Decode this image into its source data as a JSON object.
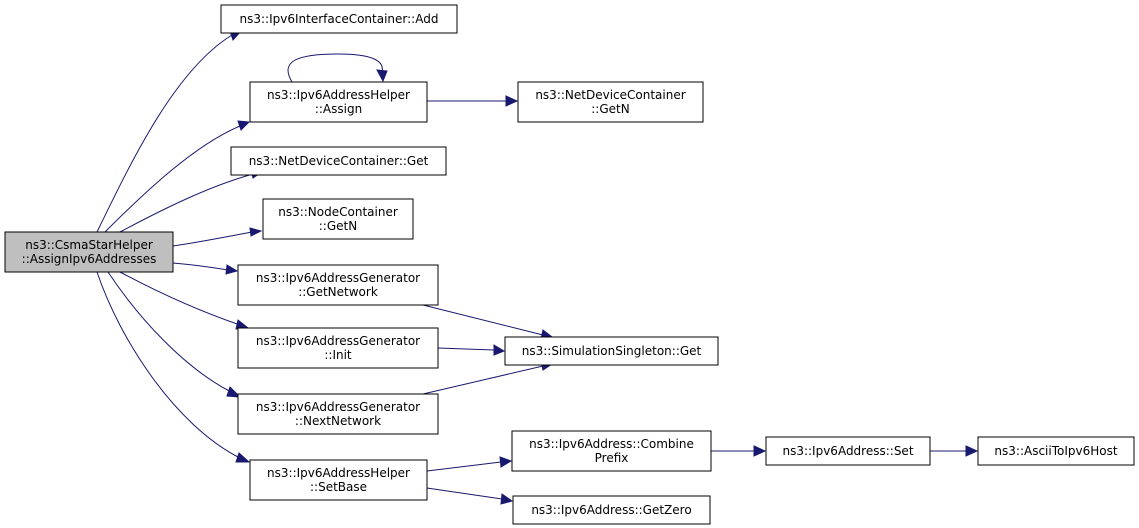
{
  "colors": {
    "edge": "#191970",
    "root_fill": "#bfbfbf",
    "node_fill": "#ffffff",
    "border": "#000000"
  },
  "nodes": {
    "root": [
      "ns3::CsmaStarHelper",
      "::AssignIpv6Addresses"
    ],
    "ipv6_interface_container_add": [
      "ns3::Ipv6InterfaceContainer::Add"
    ],
    "ipv6_address_helper_assign": [
      "ns3::Ipv6AddressHelper",
      "::Assign"
    ],
    "net_device_container_getn": [
      "ns3::NetDeviceContainer",
      "::GetN"
    ],
    "net_device_container_get": [
      "ns3::NetDeviceContainer::Get"
    ],
    "node_container_getn": [
      "ns3::NodeContainer",
      "::GetN"
    ],
    "ipv6_address_generator_getnetwork": [
      "ns3::Ipv6AddressGenerator",
      "::GetNetwork"
    ],
    "simulation_singleton_get": [
      "ns3::SimulationSingleton::Get"
    ],
    "ipv6_address_generator_init": [
      "ns3::Ipv6AddressGenerator",
      "::Init"
    ],
    "ipv6_address_generator_nextnetwork": [
      "ns3::Ipv6AddressGenerator",
      "::NextNetwork"
    ],
    "ipv6_address_helper_setbase": [
      "ns3::Ipv6AddressHelper",
      "::SetBase"
    ],
    "ipv6_address_combineprefix": [
      "ns3::Ipv6Address::Combine",
      "Prefix"
    ],
    "ipv6_address_set": [
      "ns3::Ipv6Address::Set"
    ],
    "ascii_to_ipv6host": [
      "ns3::AsciiToIpv6Host"
    ],
    "ipv6_address_getzero": [
      "ns3::Ipv6Address::GetZero"
    ]
  },
  "edges": [
    [
      "root",
      "ipv6_interface_container_add"
    ],
    [
      "root",
      "ipv6_address_helper_assign"
    ],
    [
      "root",
      "net_device_container_get"
    ],
    [
      "root",
      "node_container_getn"
    ],
    [
      "root",
      "ipv6_address_generator_getnetwork"
    ],
    [
      "root",
      "ipv6_address_generator_init"
    ],
    [
      "root",
      "ipv6_address_generator_nextnetwork"
    ],
    [
      "root",
      "ipv6_address_helper_setbase"
    ],
    [
      "ipv6_address_helper_assign",
      "ipv6_address_helper_assign"
    ],
    [
      "ipv6_address_helper_assign",
      "net_device_container_getn"
    ],
    [
      "ipv6_address_generator_getnetwork",
      "simulation_singleton_get"
    ],
    [
      "ipv6_address_generator_init",
      "simulation_singleton_get"
    ],
    [
      "ipv6_address_generator_nextnetwork",
      "simulation_singleton_get"
    ],
    [
      "ipv6_address_helper_setbase",
      "ipv6_address_combineprefix"
    ],
    [
      "ipv6_address_helper_setbase",
      "ipv6_address_getzero"
    ],
    [
      "ipv6_address_combineprefix",
      "ipv6_address_set"
    ],
    [
      "ipv6_address_set",
      "ascii_to_ipv6host"
    ]
  ]
}
